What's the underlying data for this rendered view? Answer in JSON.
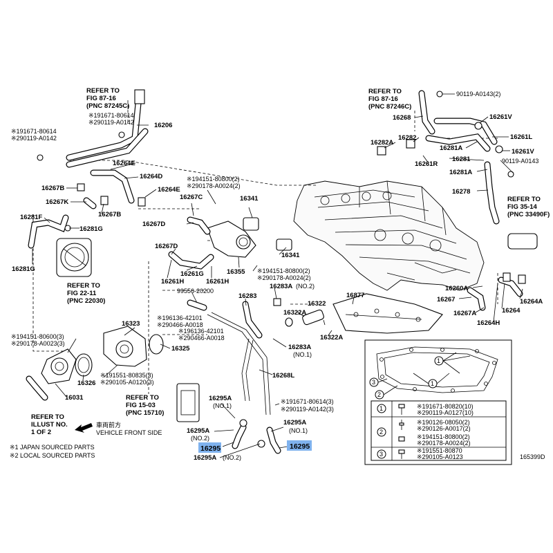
{
  "labels": {
    "refer_8716_a": [
      "REFER TO",
      "FIG 87-16",
      "(PNC 87245C)"
    ],
    "refer_8716_b": [
      "REFER TO",
      "FIG 87-16",
      "(PNC 87246C)"
    ],
    "refer_3514": [
      "REFER TO",
      "FIG 35-14",
      "(PNC 33490F)"
    ],
    "refer_2211": [
      "REFER TO",
      "FIG 22-11",
      "(PNC 22030)"
    ],
    "refer_1503": [
      "REFER TO",
      "FIG 15-03",
      "(PNC 15710)"
    ],
    "refer_illust": [
      "REFER TO",
      "ILLUST NO.",
      "1 OF 2"
    ],
    "vehicle_front_jp": "車両前方",
    "vehicle_front_en": "VEHICLE FRONT SIDE",
    "note1": "※1 JAPAN SOURCED PARTS",
    "note2": "※2 LOCAL SOURCED PARTS",
    "diagram_id": "165399D"
  },
  "callouts": [
    {
      "id": "c1",
      "text": "※191671-80614"
    },
    {
      "id": "c2",
      "text": "※290119-A0142"
    },
    {
      "id": "c3",
      "text": "16206"
    },
    {
      "id": "c4",
      "text": "※191671-80614"
    },
    {
      "id": "c5",
      "text": "※290119-A0142"
    },
    {
      "id": "c6",
      "text": "16264E"
    },
    {
      "id": "c7",
      "text": "16264D"
    },
    {
      "id": "c8",
      "text": "16267B"
    },
    {
      "id": "c9",
      "text": "16264E"
    },
    {
      "id": "c10",
      "text": "16267K"
    },
    {
      "id": "c11",
      "text": "16267B"
    },
    {
      "id": "c12",
      "text": "16281F"
    },
    {
      "id": "c13",
      "text": "16281G"
    },
    {
      "id": "c14",
      "text": "16281G"
    },
    {
      "id": "c15",
      "text": "※194151-80800(2)"
    },
    {
      "id": "c16",
      "text": "※290178-A0024(2)"
    },
    {
      "id": "c17",
      "text": "16267C"
    },
    {
      "id": "c18",
      "text": "16341"
    },
    {
      "id": "c19",
      "text": "16267D"
    },
    {
      "id": "c20",
      "text": "16341"
    },
    {
      "id": "c21",
      "text": "16267D"
    },
    {
      "id": "c22",
      "text": "16261G"
    },
    {
      "id": "c23",
      "text": "16355"
    },
    {
      "id": "c24",
      "text": "16261H"
    },
    {
      "id": "c25",
      "text": "16261H"
    },
    {
      "id": "c26",
      "text": "※194151-80800(2)"
    },
    {
      "id": "c27",
      "text": "※290178-A0024(2)"
    },
    {
      "id": "c28",
      "text": "99556-20200"
    },
    {
      "id": "c29",
      "text": "※196136-42101"
    },
    {
      "id": "c30",
      "text": "※290466-A0018"
    },
    {
      "id": "c31",
      "text": "16323"
    },
    {
      "id": "c32",
      "text": "※196136-42101"
    },
    {
      "id": "c33",
      "text": "※290466-A0018"
    },
    {
      "id": "c34",
      "text": "16325"
    },
    {
      "id": "c35",
      "text": "※194151-80600(3)"
    },
    {
      "id": "c36",
      "text": "※290178-A0023(3)"
    },
    {
      "id": "c37",
      "text": "16326"
    },
    {
      "id": "c38",
      "text": "※191551-80835(3)"
    },
    {
      "id": "c39",
      "text": "※290105-A0120(3)"
    },
    {
      "id": "c40",
      "text": "16031"
    },
    {
      "id": "c41",
      "text": "16283A"
    },
    {
      "id": "c42",
      "text": "(NO.2)"
    },
    {
      "id": "c43",
      "text": "16283"
    },
    {
      "id": "c44",
      "text": "16322"
    },
    {
      "id": "c45",
      "text": "16322A"
    },
    {
      "id": "c46",
      "text": "16322A"
    },
    {
      "id": "c47",
      "text": "16877"
    },
    {
      "id": "c48",
      "text": "16283A"
    },
    {
      "id": "c49",
      "text": "(NO.1)"
    },
    {
      "id": "c50",
      "text": "16268L"
    },
    {
      "id": "c51",
      "text": "16295A"
    },
    {
      "id": "c52",
      "text": "(NO.1)"
    },
    {
      "id": "c53",
      "text": "※191671-80614(3)"
    },
    {
      "id": "c54",
      "text": "※290119-A0142(3)"
    },
    {
      "id": "c55",
      "text": "16295A"
    },
    {
      "id": "c56",
      "text": "(NO.1)"
    },
    {
      "id": "c57",
      "text": "16295A"
    },
    {
      "id": "c58",
      "text": "(NO.2)"
    },
    {
      "id": "c59",
      "text": "16295A"
    },
    {
      "id": "c60",
      "text": "(NO.2)"
    },
    {
      "id": "c61",
      "text": "16295"
    },
    {
      "id": "c62",
      "text": "16295"
    },
    {
      "id": "c63",
      "text": "16268"
    },
    {
      "id": "c64",
      "text": "90119-A0143(2)"
    },
    {
      "id": "c65",
      "text": "16261V"
    },
    {
      "id": "c66",
      "text": "16261L"
    },
    {
      "id": "c67",
      "text": "16282A"
    },
    {
      "id": "c68",
      "text": "16282"
    },
    {
      "id": "c69",
      "text": "16281A"
    },
    {
      "id": "c70",
      "text": "16261V"
    },
    {
      "id": "c71",
      "text": "16281"
    },
    {
      "id": "c72",
      "text": "16261R"
    },
    {
      "id": "c73",
      "text": "90119-A0143"
    },
    {
      "id": "c74",
      "text": "16281A"
    },
    {
      "id": "c75",
      "text": "16278"
    },
    {
      "id": "c76",
      "text": "16260A"
    },
    {
      "id": "c77",
      "text": "16267"
    },
    {
      "id": "c78",
      "text": "16267A"
    },
    {
      "id": "c79",
      "text": "16264"
    },
    {
      "id": "c80",
      "text": "16264A"
    },
    {
      "id": "c81",
      "text": "16264H"
    }
  ],
  "legend": {
    "rows": [
      {
        "num": "1",
        "parts": [
          "※191671-80820(10)",
          "※290119-A0127(10)"
        ]
      },
      {
        "num": "2",
        "parts": [
          "※190126-08050(2)",
          "※290126-A0017(2)",
          "※194151-80800(2)",
          "※290178-A0024(2)"
        ]
      },
      {
        "num": "3",
        "parts": [
          "※191551-80870",
          "※290105-A0123"
        ]
      }
    ],
    "inset_markers": [
      "1",
      "2",
      "3"
    ]
  },
  "colors": {
    "highlight": "#7fb2ee",
    "line": "#000000"
  }
}
